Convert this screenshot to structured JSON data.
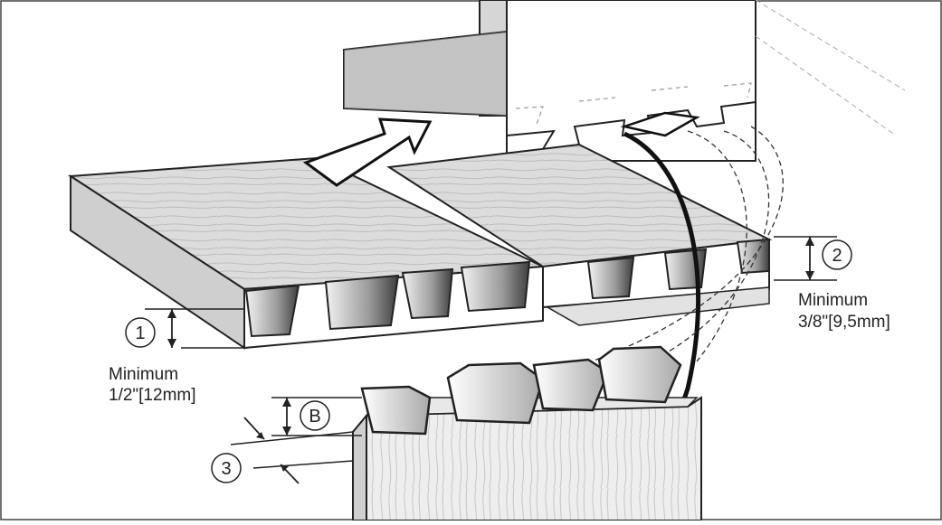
{
  "callouts": {
    "c1": {
      "number": "1",
      "label_line1": "Minimum",
      "label_line2": "1/2\"[12mm]"
    },
    "c2": {
      "number": "2",
      "label_line1": "Minimum",
      "label_line2": "3/8\"[9,5mm]"
    },
    "c3": {
      "number": "3"
    },
    "cB": {
      "number": "B"
    }
  }
}
